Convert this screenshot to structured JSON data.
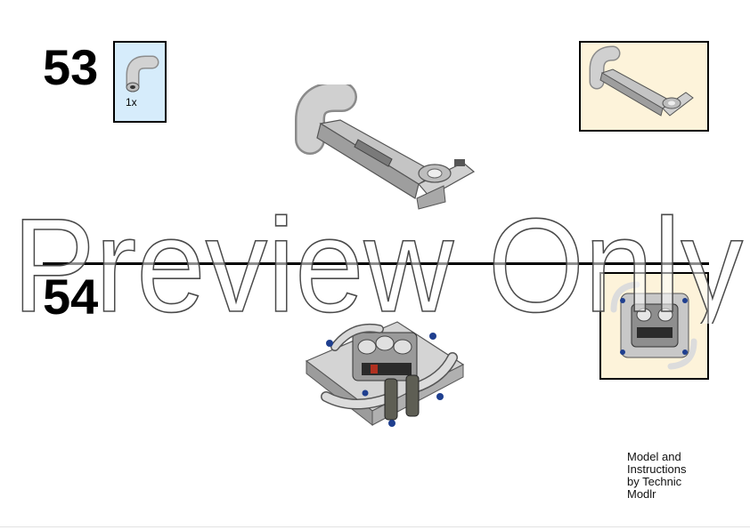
{
  "steps": [
    {
      "number": "53",
      "parts": [
        {
          "quantity": "1x",
          "part": "bent-tube-icon"
        }
      ]
    },
    {
      "number": "54"
    }
  ],
  "credit": {
    "line1": "Model and",
    "line2": "Instructions",
    "line3": "by Technic",
    "line4": "Modlr"
  },
  "watermark": "Preview Only",
  "colors": {
    "parts_box_bg": "#d6ecfb",
    "preview_box_bg": "#fdf3da",
    "part_gray": "#c8c8c8",
    "accent_blue": "#1f3f8f"
  }
}
